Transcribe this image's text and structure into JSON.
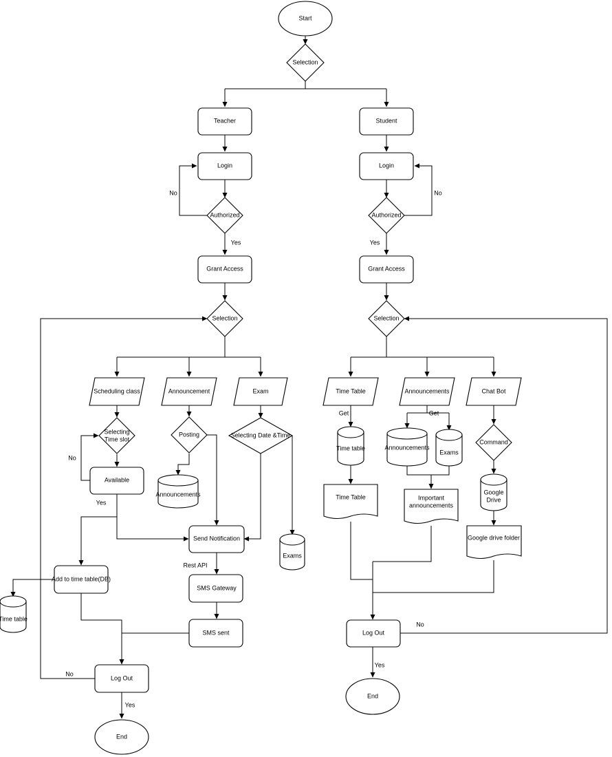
{
  "nodes": {
    "start": "Start",
    "selection_main": "Selection",
    "teacher": "Teacher",
    "student": "Student",
    "t_login": "Login",
    "s_login": "Login",
    "t_authorized": "Authorized",
    "s_authorized": "Authorized",
    "t_grant": "Grant Access",
    "s_grant": "Grant Access",
    "t_selection": "Selection",
    "s_selection": "Selection",
    "scheduling_class": "Scheduling class",
    "announcement": "Announcement",
    "exam": "Exam",
    "selecting_time_slot": [
      "Selecting",
      "Time slot"
    ],
    "posting": "Posting",
    "selecting_date_time": "Selecting Date &Time",
    "available": "Available",
    "t_announcements_db": "Announcements",
    "send_notification": "Send Notification",
    "t_exams_db": "Exams",
    "add_to_timetable": "Add to time table(DB)",
    "timetable_db": "Time table",
    "sms_gateway": "SMS Gateway",
    "sms_sent": "SMS sent",
    "t_logout": "Log Out",
    "t_end": "End",
    "time_table_io": "Time Table",
    "announcements_io": "Announcements",
    "chat_bot": "Chat Bot",
    "s_timetable_db": "Time table",
    "s_announcements_db": "Announcements",
    "s_exams_db": "Exams",
    "command": "Command",
    "time_table_doc": "Time Table",
    "important_announcements": [
      "Important",
      "announcements"
    ],
    "google_drive": [
      "Google",
      "Drive"
    ],
    "google_drive_folder": "Google drive folder",
    "s_logout": "Log Out",
    "s_end": "End"
  },
  "edge_labels": {
    "t_no_login": "No",
    "s_no_login": "No",
    "t_yes_auth": "Yes",
    "s_yes_auth": "Yes",
    "no_timeslot": "No",
    "yes_available": "Yes",
    "rest_api": "Rest API",
    "t_logout_no": "No",
    "t_logout_yes": "Yes",
    "s_logout_no": "No",
    "s_logout_yes": "Yes",
    "get_timetable": "Get",
    "get_announcements": "Get"
  }
}
